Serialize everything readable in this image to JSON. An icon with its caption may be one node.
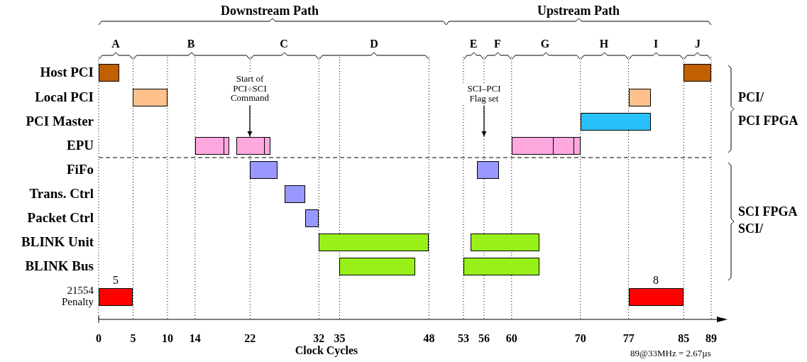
{
  "diagram": {
    "nodes": [
      {
        "text": [],
        "shape": "bar"
      },
      {
        "text": [],
        "shape": "bar"
      },
      {
        "text": [],
        "shape": "bar"
      },
      {
        "text": [],
        "shape": "bar"
      },
      {
        "text": [],
        "shape": "bar"
      },
      {
        "text": [
          "Start of PCI÷SCI Command"
        ]
      },
      {
        "text": [
          "SCI–PCI Flag set"
        ]
      },
      {
        "text": [],
        "shape": "bar"
      },
      {
        "text": [],
        "shape": "bar"
      },
      {
        "text": [],
        "shape": "bar"
      },
      {
        "text": [],
        "shape": "bar"
      },
      {
        "text": [],
        "shape": "bar"
      },
      {
        "text": [],
        "shape": "bar"
      },
      {
        "text": [],
        "shape": "bar"
      },
      {
        "text": [],
        "shape": "bar"
      },
      {
        "text": [],
        "shape": "bar"
      },
      {
        "text": [],
        "shape": "bar"
      },
      {
        "text": [],
        "shape": "bar"
      },
      {
        "text": [],
        "shape": "bar"
      },
      {
        "text": [],
        "shape": "bar"
      }
    ],
    "edges": [
      {
        "from": 5,
        "to": 8,
        "arrow": "to"
      },
      {
        "from": 6,
        "to": null,
        "arrow": "to"
      }
    ],
    "labels": [
      "Downstream Path",
      "Upstream Path",
      "A",
      "B",
      "C",
      "D",
      "E",
      "F",
      "G",
      "H",
      "I",
      "J",
      "Host PCI",
      "Local PCI",
      "PCI Master",
      "EPU",
      "PCI/",
      "PCI FPGA",
      "FiFo",
      "Trans. Ctrl",
      "Packet Ctrl",
      "SCI FPGA",
      "SCI/",
      "BLINK Unit",
      "BLINK Bus",
      "5",
      "8",
      "21554 Penalty",
      "0",
      "5",
      "10",
      "14",
      "22",
      "32",
      "35",
      "48",
      "53",
      "56",
      "60",
      "70",
      "77",
      "85",
      "89",
      "Clock Cycles",
      "89@33MHz = 2.67µs"
    ]
  }
}
